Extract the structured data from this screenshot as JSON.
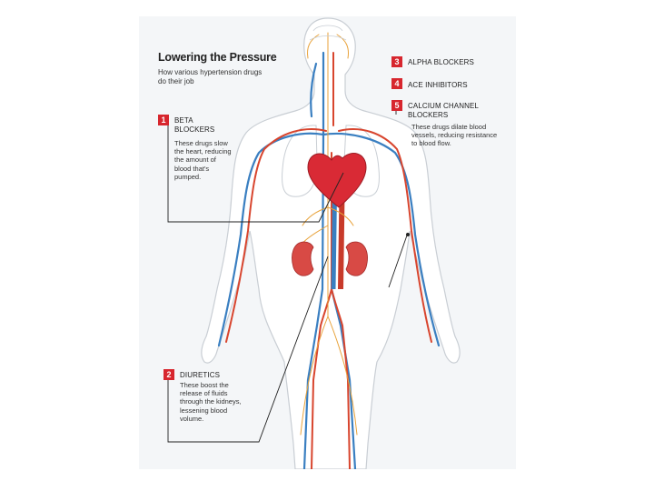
{
  "title": "Lowering the Pressure",
  "subtitle": "How various hypertension drugs do their job",
  "callouts": [
    {
      "number": "1",
      "label": "BETA BLOCKERS",
      "text": "These drugs slow the heart, reducing the amount of blood that's pumped."
    },
    {
      "number": "2",
      "label": "DIURETICS",
      "text": "These boost the release of fluids through the kidneys, lessening blood volume."
    },
    {
      "number": "3",
      "label": "ALPHA BLOCKERS",
      "text": ""
    },
    {
      "number": "4",
      "label": "ACE INHIBITORS",
      "text": ""
    },
    {
      "number": "5",
      "label": "CALCIUM CHANNEL BLOCKERS",
      "text": "These drugs dilate blood vessels, reducing resistance to blood flow."
    }
  ],
  "colors": {
    "accent": "#d7262e",
    "artery": "#d8452e",
    "vein": "#3a7fc1",
    "nerve": "#e8a23a",
    "body_outline": "#c9ced4",
    "heart": "#d92a35",
    "kidney": "#d84a45"
  }
}
